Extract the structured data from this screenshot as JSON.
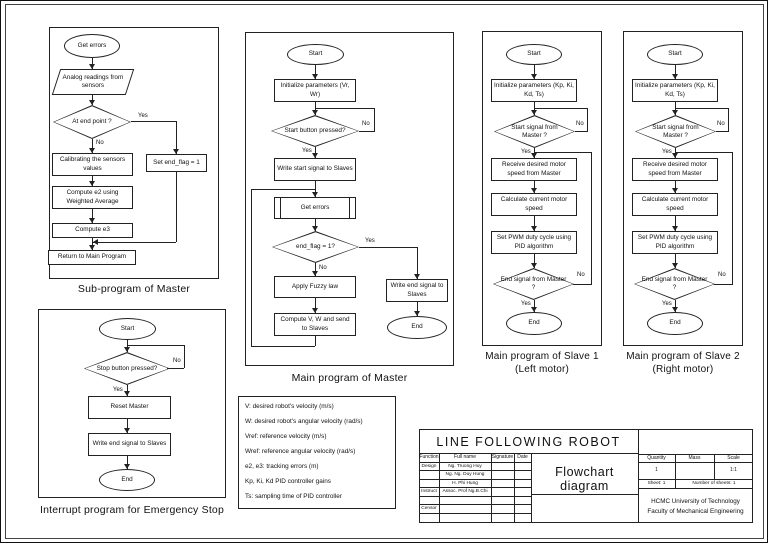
{
  "labels": {
    "yes": "Yes",
    "no": "No"
  },
  "charts": {
    "sub_master": {
      "caption": "Sub-program of Master",
      "nodes": {
        "start": "Get errors",
        "read": "Analog readings from sensors",
        "at_end": "At end point ?",
        "set_flag": "Set end_flag = 1",
        "calibrate": "Calibrating the sensors values",
        "compute_e2": "Compute e2 using Weighted Average",
        "compute_e3": "Compute e3",
        "return": "Return to Main Program"
      }
    },
    "main_master": {
      "caption": "Main program of Master",
      "nodes": {
        "start": "Start",
        "init": "Initialize parameters (Vr, Wr)",
        "button": "Start button pressed?",
        "write_start": "Write start signal to Slaves",
        "get_errors": "Get errors",
        "end_flag": "end_flag = 1?",
        "fuzzy": "Apply Fuzzy law",
        "compute_vw": "Compute V, W and send to Slaves",
        "write_end": "Write end signal to Slaves",
        "end": "End"
      }
    },
    "slave1": {
      "caption": "Main program of Slave 1",
      "subcaption": "(Left motor)",
      "nodes": {
        "start": "Start",
        "init": "Initialize parameters (Kp, Ki, Kd, Ts)",
        "start_signal": "Start signal from Master ?",
        "receive": "Receive desired motor speed from Master",
        "calculate": "Calculate current motor speed",
        "pwm": "Set PWM duty cycle using PID algorithm",
        "end_signal": "End signal from Master ?",
        "end": "End"
      }
    },
    "slave2": {
      "caption": "Main program of Slave 2",
      "subcaption": "(Right motor)",
      "nodes": {
        "start": "Start",
        "init": "Initialize parameters (Kp, Ki, Kd, Ts)",
        "start_signal": "Start signal from Master ?",
        "receive": "Receive desired motor speed from Master",
        "calculate": "Calculate current motor speed",
        "pwm": "Set PWM duty cycle using PID algorithm",
        "end_signal": "End signal from Master ?",
        "end": "End"
      }
    },
    "interrupt": {
      "caption": "Interrupt program for Emergency Stop",
      "nodes": {
        "start": "Start",
        "stop_button": "Stop button pressed?",
        "reset": "Reset Master",
        "write_end": "Write end signal to Slaves",
        "end": "End"
      }
    }
  },
  "legend": {
    "lines": [
      "V: desired robot's velocity (m/s)",
      "W: desired robot's angular velocity (rad/s)",
      "Vref: reference velocity (m/s)",
      "Wref: reference angular velocity (rad/s)",
      "e2, e3: tracking errors (m)",
      "Kp, Ki, Kd PID controller gains",
      "Ts: sampling time of PID controller"
    ]
  },
  "title_block": {
    "project_title": "LINE FOLLOWING ROBOT",
    "drawing_title": "Flowchart diagram",
    "columns": {
      "function": "Function",
      "full_name": "Full name",
      "signature": "Signature",
      "date": "Date"
    },
    "rows": [
      {
        "function": "Design",
        "name": "Ng. Truong Huy"
      },
      {
        "function": "",
        "name": "Ng. Ng. Duy Hung"
      },
      {
        "function": "",
        "name": "H. Phi Hung"
      },
      {
        "function": "Instruct",
        "name": "Assoc. Prof Ng.B.Chi"
      },
      {
        "function": "",
        "name": ""
      },
      {
        "function": "Censor",
        "name": ""
      },
      {
        "function": "",
        "name": ""
      }
    ],
    "info": {
      "quantity_label": "Quantity",
      "mass_label": "Mass",
      "scale_label": "Scale",
      "quantity_value": "1",
      "mass_value": "",
      "scale_value": "1:1",
      "sheet": "Sheet: 1",
      "number_of_sheets": "Number of sheets: 1"
    },
    "organization": {
      "line1": "HCMC University of Technology",
      "line2": "Faculty of Mechanical Engineering"
    }
  }
}
